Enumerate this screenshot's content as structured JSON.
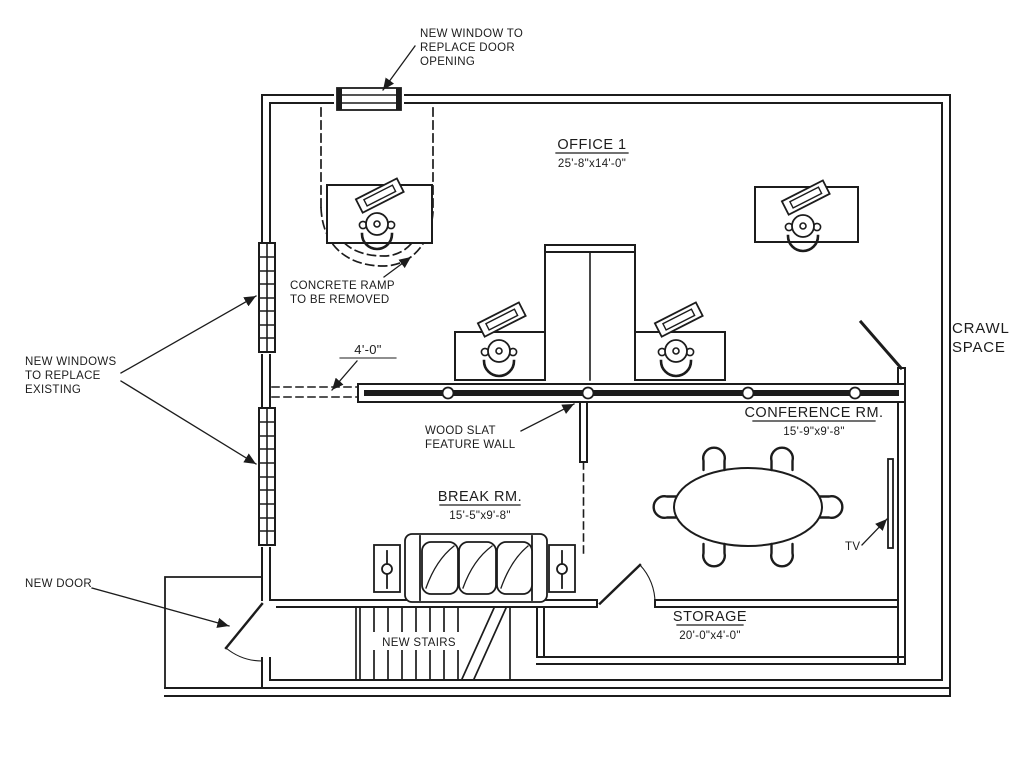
{
  "drawing": {
    "paper_color": "#ffffff",
    "ink_color": "#1c1c1c",
    "rooms": {
      "office1": {
        "name": "OFFICE 1",
        "dims": "25'-8\"x14'-0\""
      },
      "conference": {
        "name": "CONFERENCE RM.",
        "dims": "15'-9\"x9'-8\""
      },
      "break_rm": {
        "name": "BREAK RM.",
        "dims": "15'-5\"x9'-8\""
      },
      "storage": {
        "name": "STORAGE",
        "dims": "20'-0\"x4'-0\""
      },
      "crawl_space": {
        "line1": "CRAWL",
        "line2": "SPACE"
      }
    },
    "annotations": {
      "new_window": {
        "line1": "NEW WINDOW TO",
        "line2": "REPLACE DOOR",
        "line3": "OPENING"
      },
      "new_windows": {
        "line1": "NEW WINDOWS",
        "line2": "TO REPLACE",
        "line3": "EXISTING"
      },
      "concrete_ramp": {
        "line1": "CONCRETE RAMP",
        "line2": "TO BE REMOVED"
      },
      "wood_slat": {
        "line1": "WOOD SLAT",
        "line2": "FEATURE WALL"
      },
      "new_door": "NEW DOOR",
      "new_stairs": "NEW STAIRS",
      "tv": "TV",
      "opening_dim": "4'-0\""
    }
  }
}
